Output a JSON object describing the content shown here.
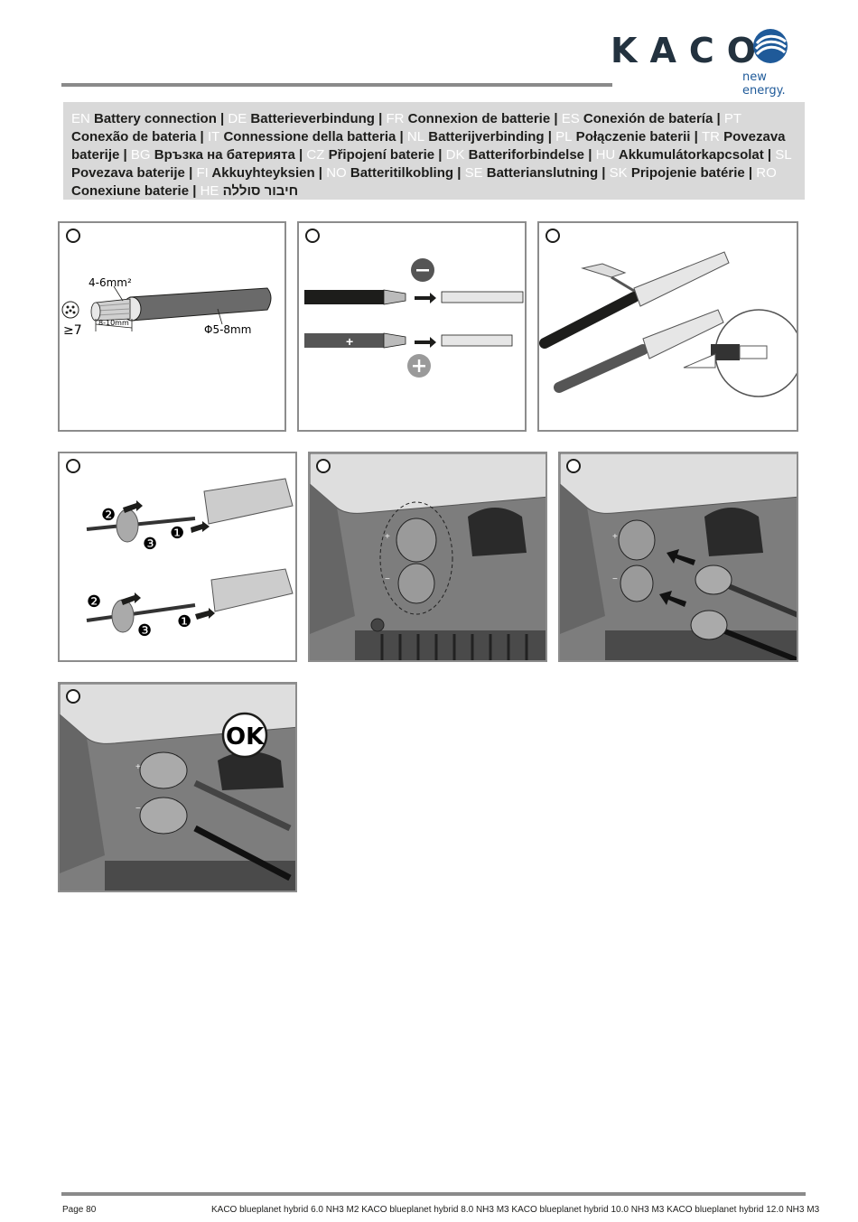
{
  "brand": {
    "wordmark": "KACO",
    "tagline": "new energy.",
    "accent": "#1f5a99"
  },
  "languages": [
    {
      "code": "EN",
      "text": "Battery connection"
    },
    {
      "code": "DE",
      "text": "Batterieverbindung"
    },
    {
      "code": "FR",
      "text": "Connexion de batterie"
    },
    {
      "code": "ES",
      "text": "Conexión de batería"
    },
    {
      "code": "PT",
      "text": "Conexão de bateria"
    },
    {
      "code": "IT",
      "text": "Connessione della batteria"
    },
    {
      "code": "NL",
      "text": "Batterijverbinding"
    },
    {
      "code": "PL",
      "text": "Połączenie baterii"
    },
    {
      "code": "TR",
      "text": "Povezava baterije"
    },
    {
      "code": "BG",
      "text": "Връзка на батерията"
    },
    {
      "code": "CZ",
      "text": "Připojení baterie"
    },
    {
      "code": "DK",
      "text": "Batteriforbindelse"
    },
    {
      "code": "HU",
      "text": "Akkumulátorkapcsolat"
    },
    {
      "code": "SL",
      "text": "Povezava baterije"
    },
    {
      "code": "FI",
      "text": "Akkuyhteyksien"
    },
    {
      "code": "NO",
      "text": "Batteritilkobling"
    },
    {
      "code": "SE",
      "text": "Batterianslutning"
    },
    {
      "code": "SK",
      "text": "Pripojenie batérie"
    },
    {
      "code": "RO",
      "text": "Conexiune baterie"
    },
    {
      "code": "HE",
      "text": "חיבור סוללה"
    }
  ],
  "figure1": {
    "cross_section": "4-6mm²",
    "strands": "≥7",
    "strip_length": "8-10mm",
    "cable_diameter": "Φ5-8mm"
  },
  "figure2": {
    "minus_label": "−",
    "plus_label": "+"
  },
  "figure4": {
    "step1": "❶",
    "step2": "❷",
    "step3": "❸"
  },
  "figure5": {
    "plus": "+",
    "minus": "−"
  },
  "figure6": {
    "plus": "+",
    "minus": "−"
  },
  "figure7": {
    "ok": "OK",
    "plus": "+",
    "minus": "−"
  },
  "footer": {
    "page": "Page 80",
    "doc_title": "KACO blueplanet hybrid 6.0 NH3 M2 KACO blueplanet hybrid 8.0 NH3 M3 KACO blueplanet hybrid 10.0 NH3 M3 KACO blueplanet hybrid 12.0 NH3 M3"
  }
}
